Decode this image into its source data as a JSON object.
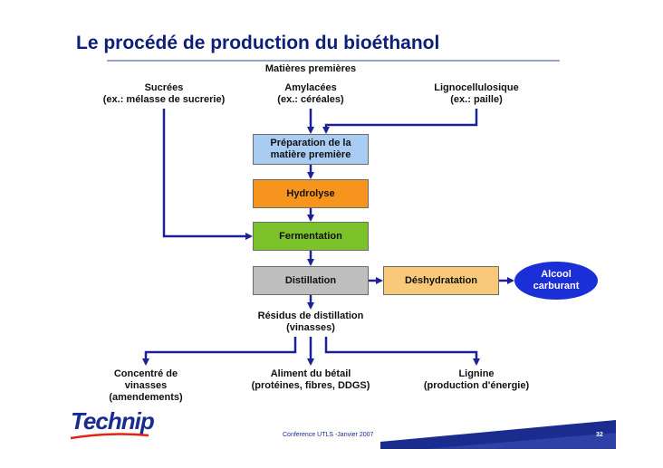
{
  "title": "Le procédé de production du bioéthanol",
  "raw_materials": {
    "header": "Matières premières",
    "sucrees": {
      "line1": "Sucrées",
      "line2": "(ex.: mélasse de sucrerie)"
    },
    "amylacees": {
      "line1": "Amylacées",
      "line2": "(ex.: céréales)"
    },
    "ligno": {
      "line1": "Lignocellulosique",
      "line2": "(ex.: paille)"
    }
  },
  "steps": {
    "preparation": {
      "line1": "Préparation de la",
      "line2": "matière première"
    },
    "hydrolyse": "Hydrolyse",
    "fermentation": "Fermentation",
    "distillation": "Distillation",
    "deshydratation": "Déshydratation",
    "alcool": {
      "line1": "Alcool",
      "line2": "carburant"
    }
  },
  "residus": {
    "line1": "Résidus de distillation",
    "line2": "(vinasses)"
  },
  "outputs": {
    "concentre": {
      "line1": "Concentré de",
      "line2": "vinasses",
      "line3": "(amendements)"
    },
    "aliment": {
      "line1": "Aliment du bétail",
      "line2": "(protéines, fibres, DDGS)"
    },
    "lignine": {
      "line1": "Lignine",
      "line2": "(production d'énergie)"
    }
  },
  "logo_text": "Technip",
  "footer": "Conference UTLS  -Janvier 2007",
  "page_number": "32",
  "colors": {
    "title": "#0d1f7a",
    "arrows": "#1a2296",
    "preparation": "#a9cdf2",
    "hydrolyse": "#f7941d",
    "fermentation": "#7cc22b",
    "distillation": "#bebebe",
    "deshydratation": "#f9c97a",
    "alcool": "#1a2fd6",
    "footer_band": "#1a2d8f"
  }
}
